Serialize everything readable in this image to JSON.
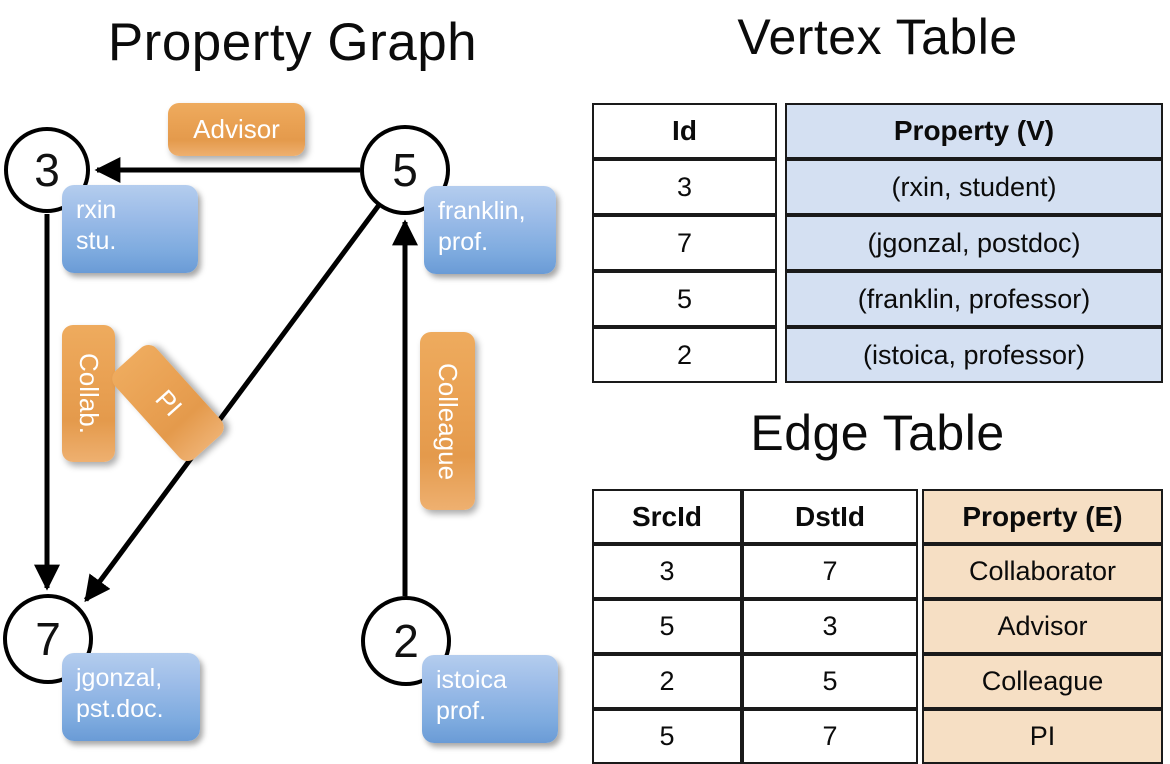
{
  "titles": {
    "property_graph": "Property Graph",
    "vertex_table": "Vertex Table",
    "edge_table": "Edge Table"
  },
  "colors": {
    "vertex_property_fill": "#d4e0f2",
    "edge_property_fill": "#f6dfc4",
    "node_box_blue": "#7eabdf",
    "edge_label_orange": "#e9a153",
    "stroke": "#000000"
  },
  "graph": {
    "nodes": [
      {
        "id": "3",
        "property_line1": "rxin",
        "property_line2": "stu."
      },
      {
        "id": "5",
        "property_line1": "franklin,",
        "property_line2": "prof."
      },
      {
        "id": "7",
        "property_line1": "jgonzal,",
        "property_line2": "pst.doc."
      },
      {
        "id": "2",
        "property_line1": "istoica",
        "property_line2": "prof."
      }
    ],
    "edge_labels": [
      {
        "text": "Advisor",
        "orientation": "horizontal"
      },
      {
        "text": "Collab.",
        "orientation": "vertical"
      },
      {
        "text": "PI",
        "orientation": "diagonal"
      },
      {
        "text": "Colleague",
        "orientation": "vertical"
      }
    ],
    "edges": [
      {
        "from": "5",
        "to": "3",
        "label": "Advisor"
      },
      {
        "from": "3",
        "to": "7",
        "label": "Collab."
      },
      {
        "from": "5",
        "to": "7",
        "label": "PI"
      },
      {
        "from": "2",
        "to": "5",
        "label": "Colleague"
      }
    ]
  },
  "vertex_table": {
    "headers": [
      "Id",
      "Property (V)"
    ],
    "rows": [
      {
        "id": "3",
        "property": "(rxin, student)"
      },
      {
        "id": "7",
        "property": "(jgonzal, postdoc)"
      },
      {
        "id": "5",
        "property": "(franklin, professor)"
      },
      {
        "id": "2",
        "property": "(istoica, professor)"
      }
    ]
  },
  "edge_table": {
    "headers": [
      "SrcId",
      "DstId",
      "Property (E)"
    ],
    "rows": [
      {
        "src": "3",
        "dst": "7",
        "property": "Collaborator"
      },
      {
        "src": "5",
        "dst": "3",
        "property": "Advisor"
      },
      {
        "src": "2",
        "dst": "5",
        "property": "Colleague"
      },
      {
        "src": "5",
        "dst": "7",
        "property": "PI"
      }
    ]
  }
}
